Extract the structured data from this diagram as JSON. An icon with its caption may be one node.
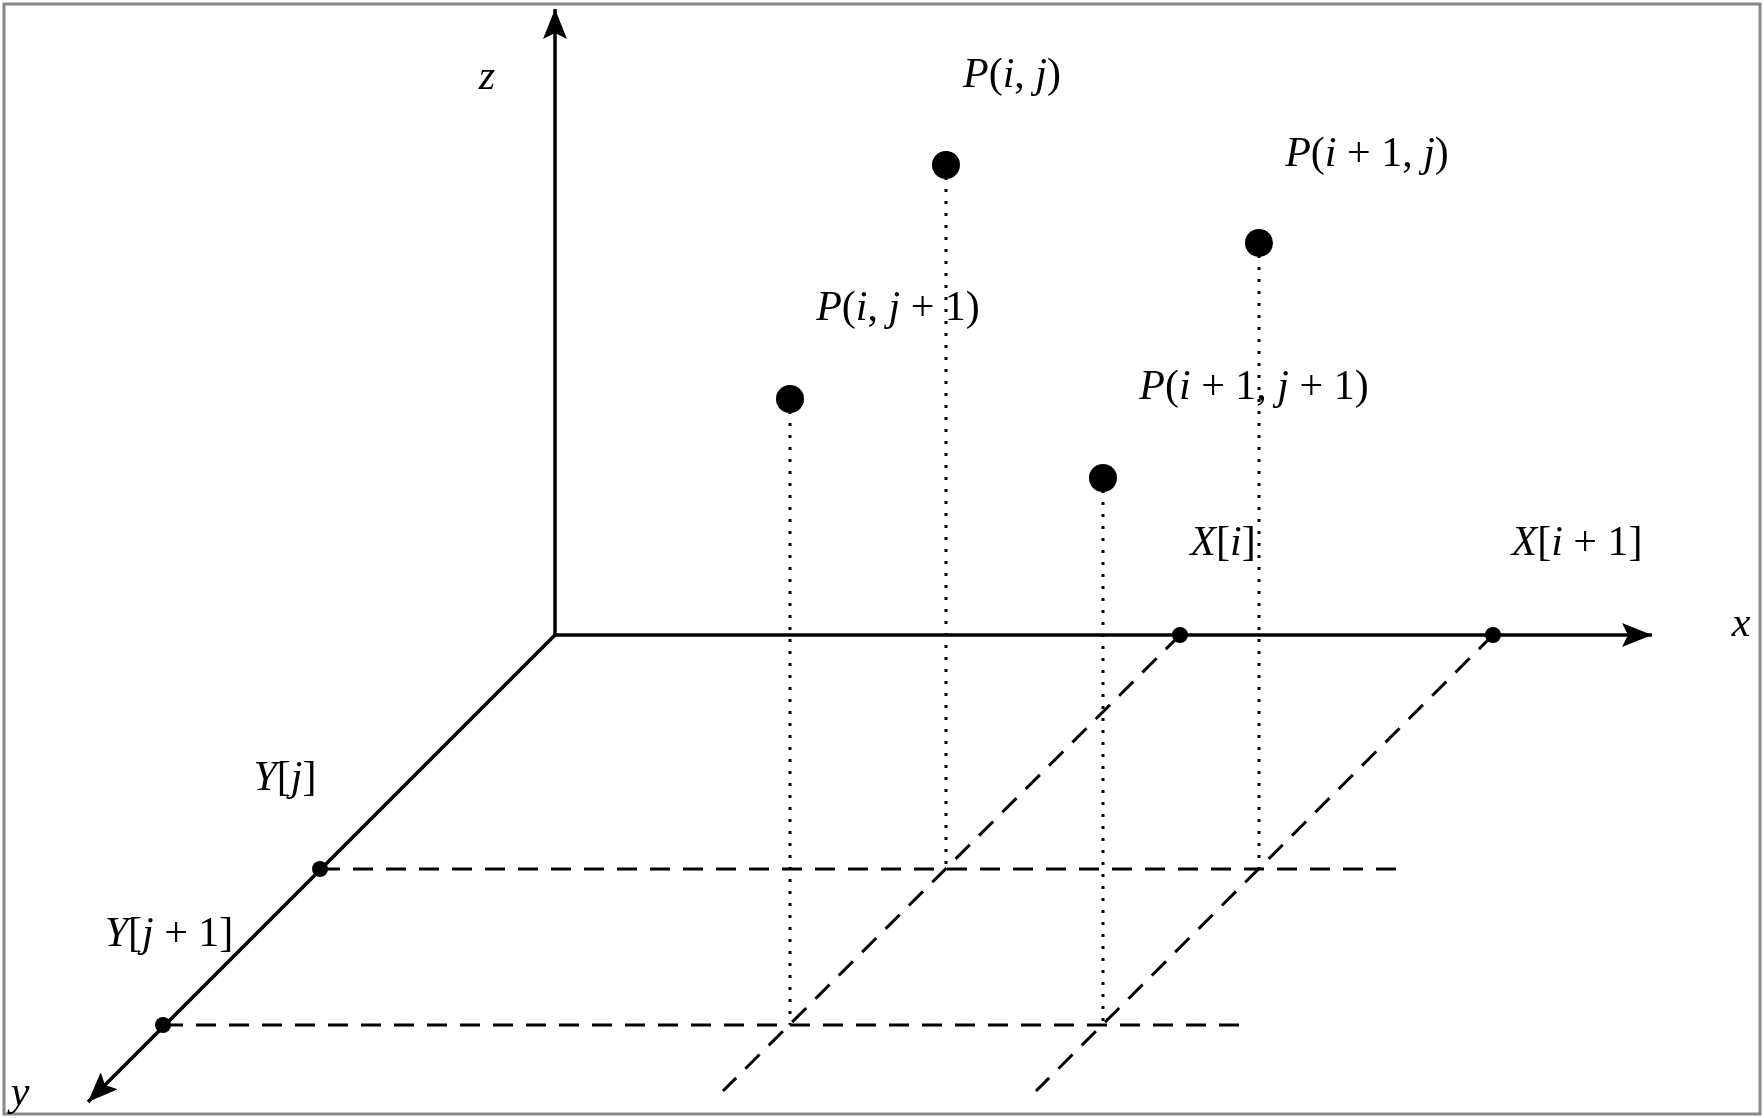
{
  "diagram": {
    "labels": [
      "*z*",
      "*P*(*i*, *j*)",
      "*P*(*i* + 1, *j*)",
      "*P*(*i*, *j* + 1)",
      "*P*(*i* + 1, *j* + 1)",
      "*X*[*i*]",
      "*X*[*i* + 1]",
      "*x*",
      "*Y*[*j*]",
      "*Y*[*j* + 1]",
      "*y*"
    ]
  }
}
